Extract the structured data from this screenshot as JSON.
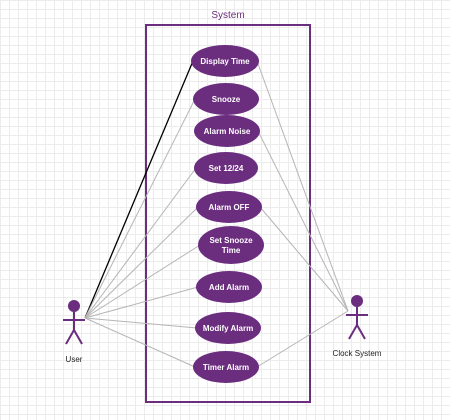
{
  "system": {
    "title": "System"
  },
  "actors": {
    "user": {
      "label": "User"
    },
    "clock": {
      "label": "Clock System"
    }
  },
  "use_cases": [
    {
      "id": "display-time",
      "label": [
        "Display Time"
      ]
    },
    {
      "id": "snooze",
      "label": [
        "Snooze"
      ]
    },
    {
      "id": "alarm-noise",
      "label": [
        "Alarm Noise"
      ]
    },
    {
      "id": "set-12-24",
      "label": [
        "Set 12/24"
      ]
    },
    {
      "id": "alarm-off",
      "label": [
        "Alarm OFF"
      ]
    },
    {
      "id": "set-snooze-time",
      "label": [
        "Set Snooze",
        "Time"
      ]
    },
    {
      "id": "add-alarm",
      "label": [
        "Add Alarm"
      ]
    },
    {
      "id": "modify-alarm",
      "label": [
        "Modify Alarm"
      ]
    },
    {
      "id": "timer-alarm",
      "label": [
        "Timer Alarm"
      ]
    }
  ],
  "associations": {
    "user": [
      "display-time",
      "snooze",
      "set-12-24",
      "alarm-off",
      "set-snooze-time",
      "add-alarm",
      "modify-alarm",
      "timer-alarm"
    ],
    "user_emphasized": [
      "display-time"
    ],
    "clock": [
      "display-time",
      "alarm-noise",
      "alarm-off",
      "timer-alarm"
    ]
  },
  "colors": {
    "purple": "#6b2d7e",
    "use_case_fill": "#6b2d7e",
    "line": "#b5b5b5",
    "emphasis_line": "#000000"
  }
}
